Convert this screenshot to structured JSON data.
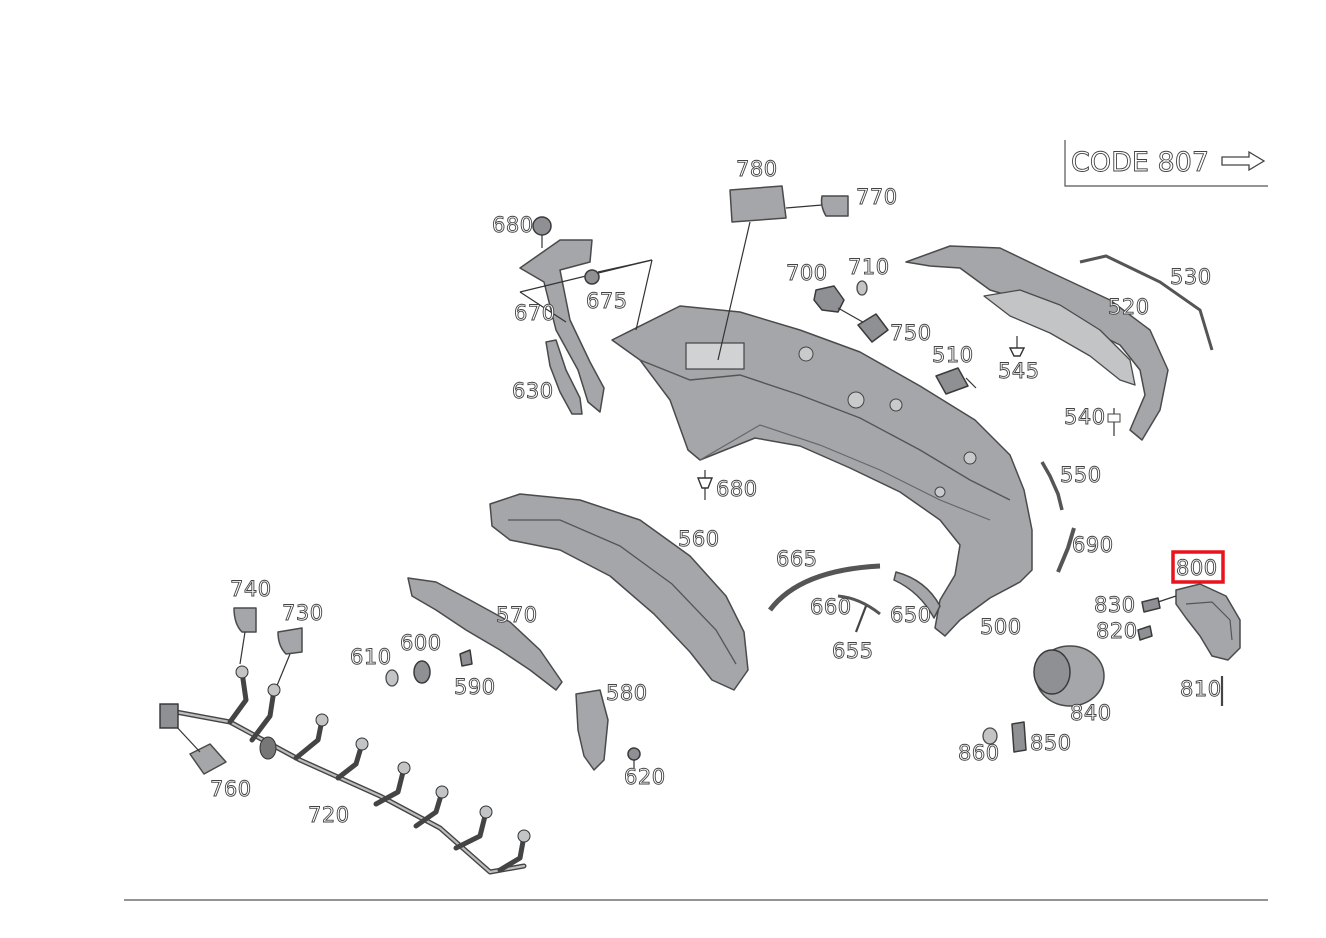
{
  "code_note": {
    "text": "CODE 807",
    "arrow_icon": "outline-right-arrow-icon"
  },
  "highlight": {
    "ref": "800",
    "color": "#e8141b"
  },
  "colors": {
    "part_fill": "#a4a6a9",
    "outline": "#4a4a4a",
    "label_fill": "#ffffff"
  },
  "labels": {
    "500": "500",
    "510": "510",
    "520": "520",
    "530": "530",
    "540": "540",
    "545": "545",
    "550": "550",
    "560": "560",
    "570": "570",
    "580": "580",
    "590": "590",
    "600": "600",
    "610": "610",
    "620": "620",
    "630": "630",
    "650": "650",
    "655": "655",
    "660": "660",
    "665": "665",
    "670": "670",
    "675": "675",
    "680a": "680",
    "680b": "680",
    "690": "690",
    "700": "700",
    "710": "710",
    "720": "720",
    "730": "730",
    "740": "740",
    "750": "750",
    "760": "760",
    "770": "770",
    "780": "780",
    "800": "800",
    "810": "810",
    "820": "820",
    "830": "830",
    "840": "840",
    "850": "850",
    "860": "860"
  }
}
